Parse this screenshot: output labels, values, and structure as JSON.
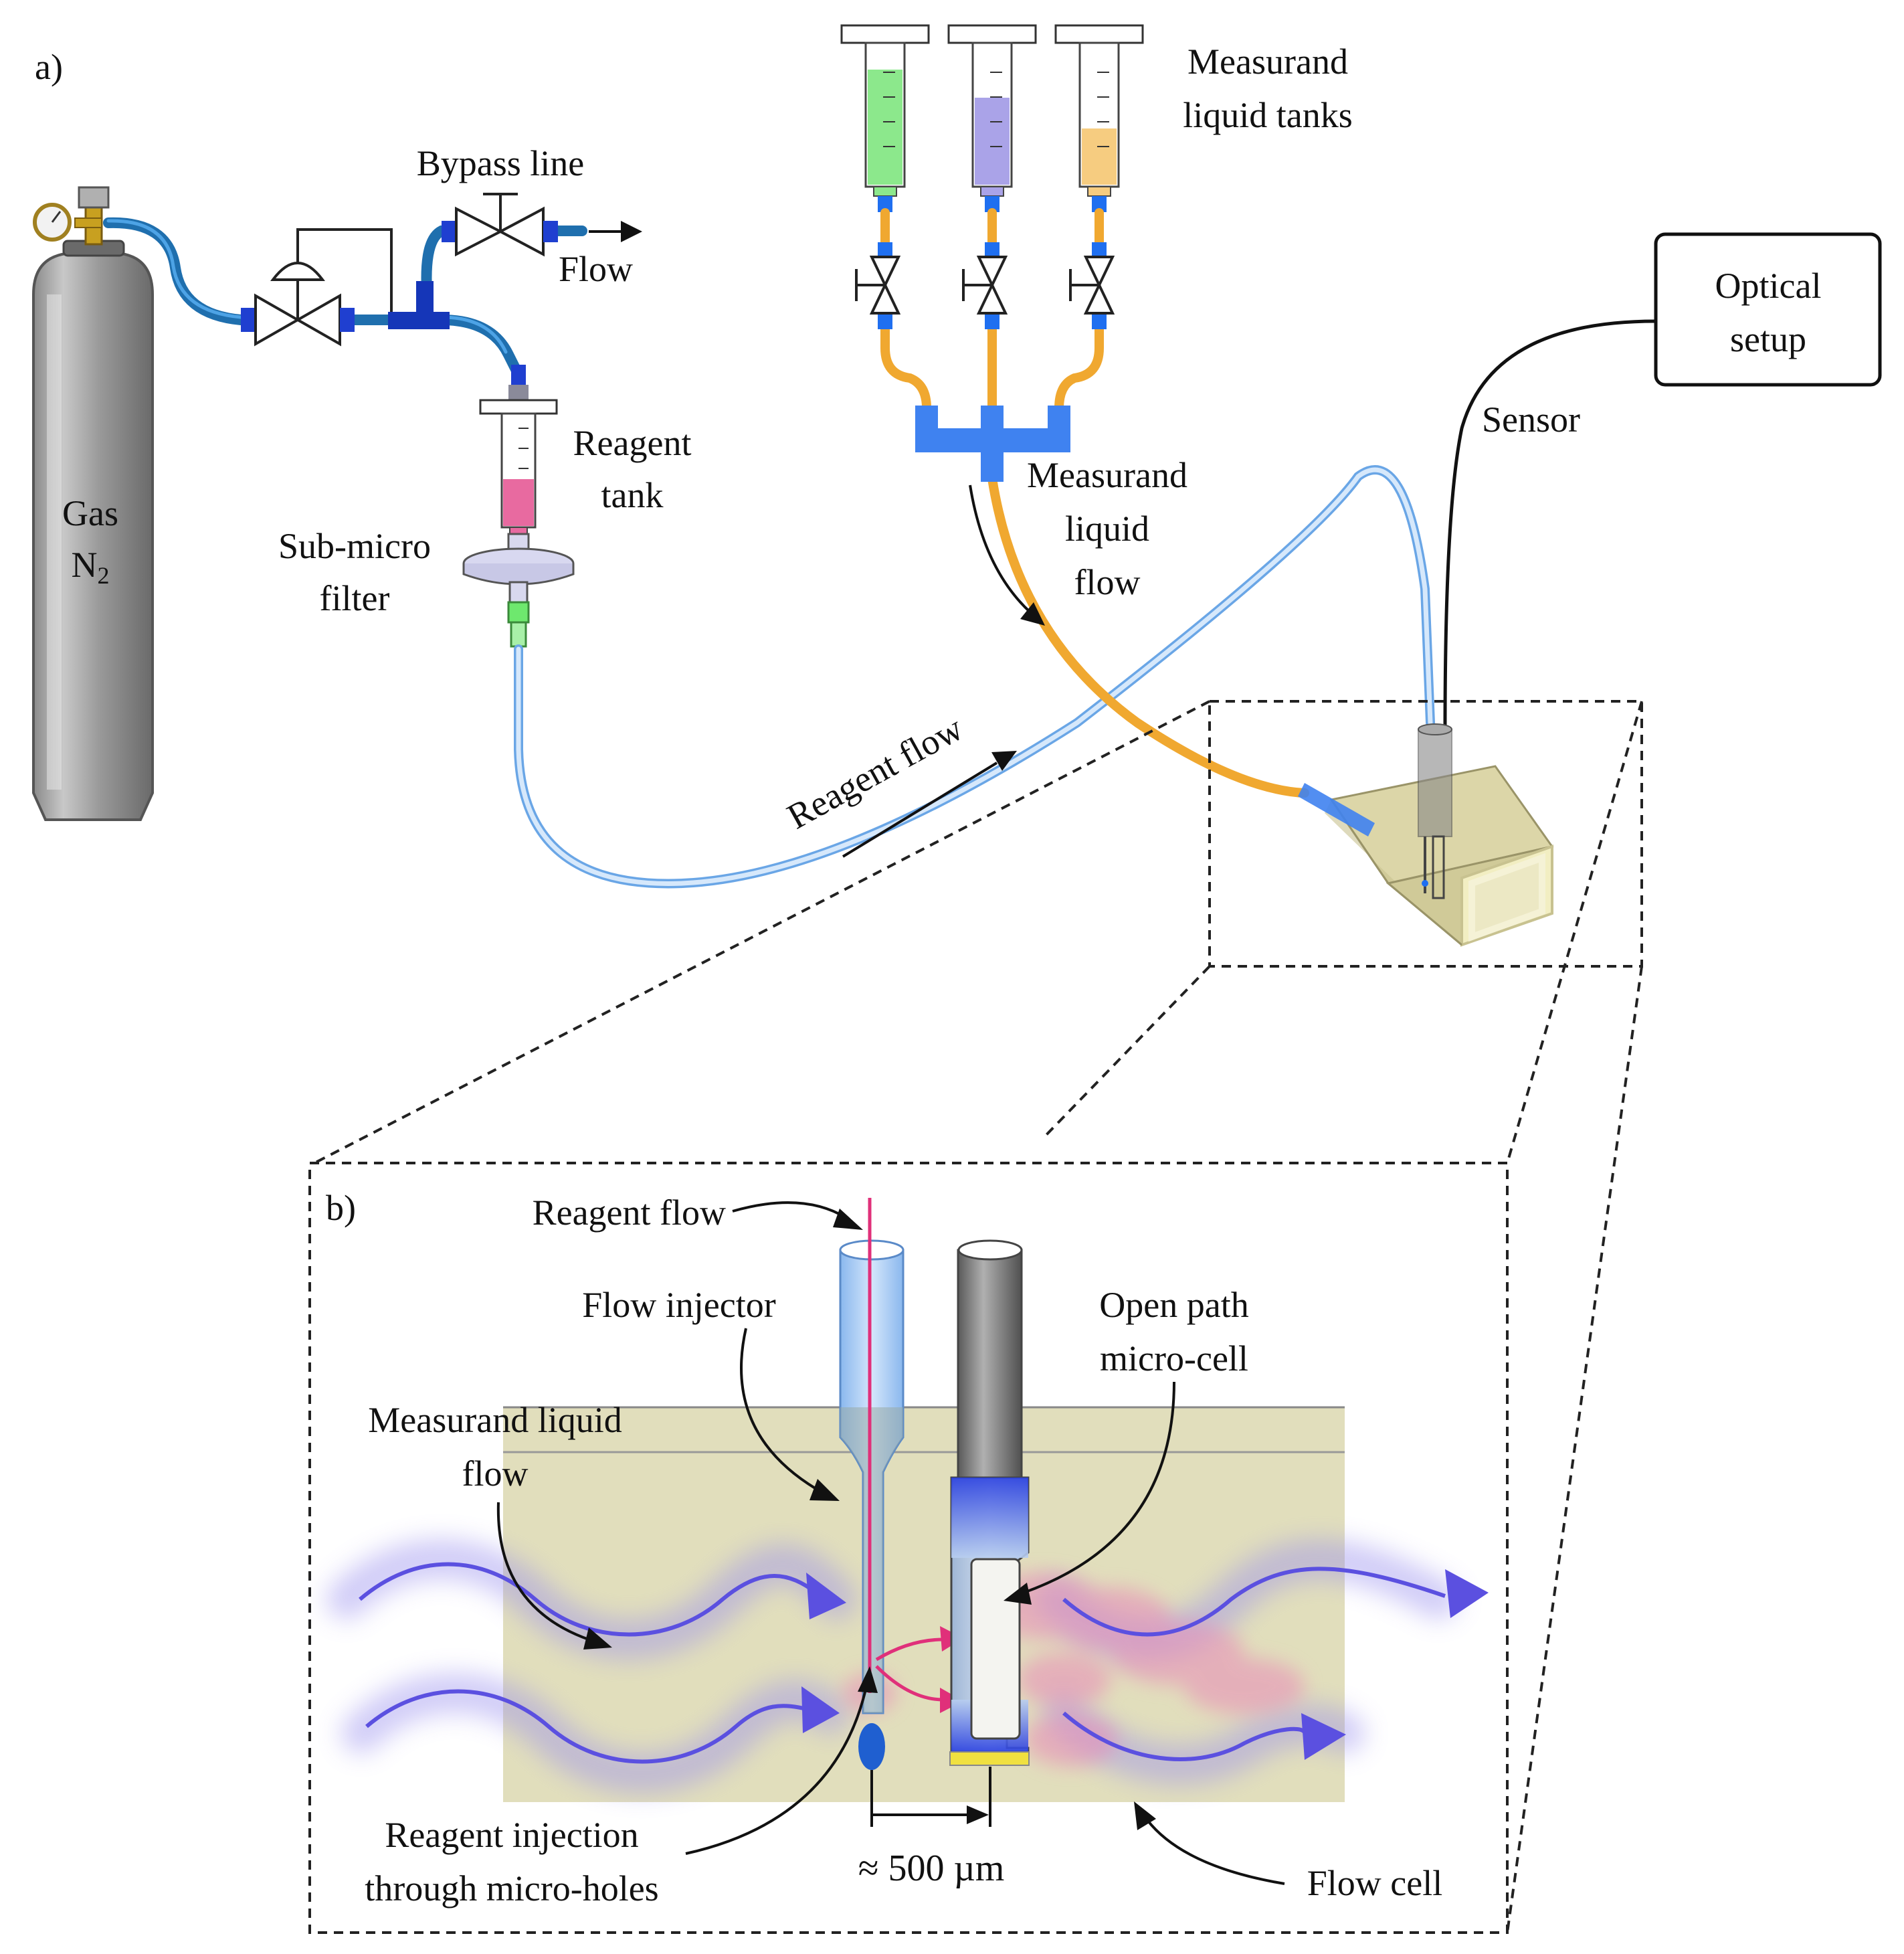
{
  "panel_a": {
    "label": "a)",
    "gas_line1": "Gas",
    "gas_line2_main": "N",
    "gas_line2_sub": "2",
    "bypass": "Bypass line",
    "flow": "Flow",
    "tanks_line1": "Measurand",
    "tanks_line2": "liquid tanks",
    "optical_line1": "Optical",
    "optical_line2": "setup",
    "sensor": "Sensor",
    "reagent_tank_line1": "Reagent",
    "reagent_tank_line2": "tank",
    "filter_line1": "Sub-micro",
    "filter_line2": "filter",
    "mlf_line1": "Measurand",
    "mlf_line2": "liquid",
    "mlf_line3": "flow",
    "reagent_flow": "Reagent flow"
  },
  "panel_b": {
    "label": "b)",
    "reagent_flow": "Reagent flow",
    "flow_injector": "Flow injector",
    "open_path_line1": "Open path",
    "open_path_line2": "micro-cell",
    "mlf_line1": "Measurand liquid",
    "mlf_line2": "flow",
    "injection_line1": "Reagent injection",
    "injection_line2": "through micro-holes",
    "distance": "≈ 500 µm",
    "flow_cell": "Flow cell"
  },
  "colors": {
    "gas_tube": "#1f77b4",
    "measurand_tube": "#f0a830",
    "reagent_tube": "#a9cdf0",
    "tank_green": "#8ce88c",
    "tank_purple": "#aaa3e8",
    "tank_orange": "#f6cc80",
    "reagent_pink": "#e85890",
    "flow_cell": "#d7d4a8",
    "wave": "#5b50e0"
  }
}
